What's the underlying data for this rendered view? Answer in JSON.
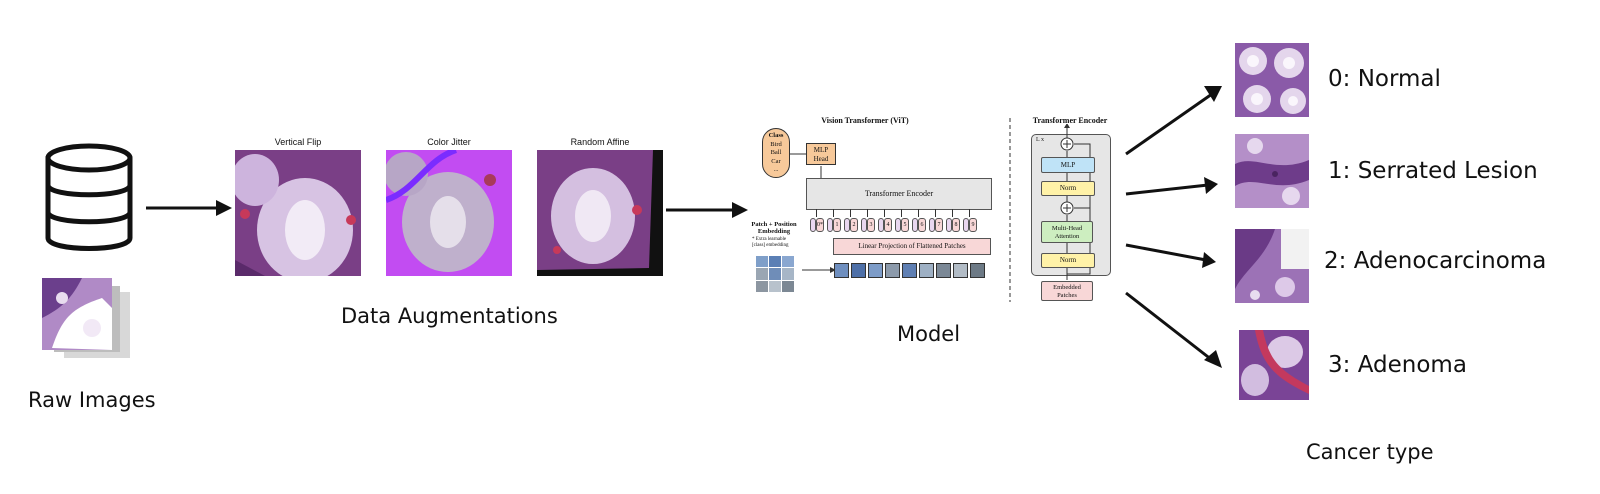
{
  "raw": {
    "caption": "Raw Images"
  },
  "augmentations": {
    "caption": "Data Augmentations",
    "items": [
      {
        "title": "Vertical Flip"
      },
      {
        "title": "Color Jitter"
      },
      {
        "title": "Random Affine"
      }
    ]
  },
  "model": {
    "caption": "Model",
    "vit_title": "Vision Transformer (ViT)",
    "class_box": [
      "Class",
      "Bird",
      "Ball",
      "Car",
      "..."
    ],
    "mlp_head": [
      "MLP",
      "Head"
    ],
    "transformer_encoder": "Transformer Encoder",
    "patch_embedding": [
      "Patch + Position",
      "Embedding"
    ],
    "extra_note": [
      "* Extra learnable",
      "[class] embedding"
    ],
    "linear_projection": "Linear Projection of Flattened Patches",
    "tokens": [
      "0*",
      "1",
      "2",
      "3",
      "4",
      "5",
      "6",
      "7",
      "8",
      "9"
    ],
    "encoder_detail": {
      "title": "Transformer Encoder",
      "repeat": "L x",
      "mlp": "MLP",
      "norm_top": "Norm",
      "attention": [
        "Multi-Head",
        "Attention"
      ],
      "norm_bottom": "Norm",
      "embedded": [
        "Embedded",
        "Patches"
      ]
    }
  },
  "outputs": {
    "caption": "Cancer type",
    "classes": [
      {
        "label": "0: Normal"
      },
      {
        "label": "1: Serrated Lesion"
      },
      {
        "label": "2: Adenocarcinoma"
      },
      {
        "label": "3: Adenoma"
      }
    ]
  },
  "colors": {
    "tissue_purple": "#8a5aa8",
    "tissue_light": "#d9c6e6",
    "jitter_magenta": "#c24cf2",
    "class_orange": "#f7c99a",
    "mlp_blue": "#bfe3f7",
    "norm_yellow": "#fff2a8",
    "attn_green": "#cdeec0",
    "embed_pink": "#f8d7d7",
    "encoder_gray": "#e6e6e6"
  }
}
